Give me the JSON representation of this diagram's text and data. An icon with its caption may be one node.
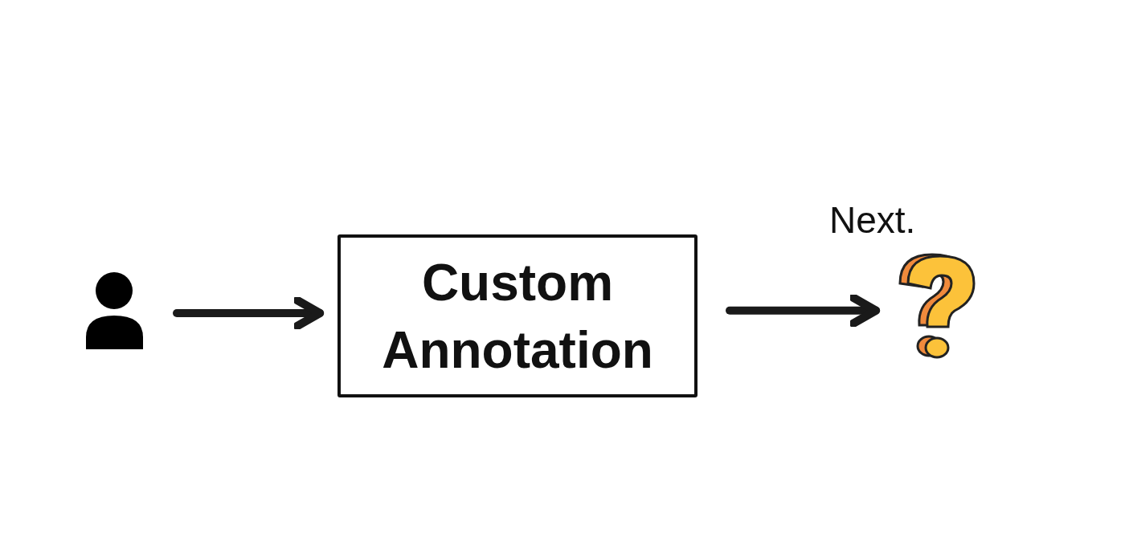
{
  "diagram": {
    "nodes": [
      {
        "text": [],
        "shape": "person"
      },
      {
        "text": [
          "Custom Annotation"
        ]
      },
      {
        "text": [],
        "shape": "picture",
        "beside": [
          "Next."
        ]
      }
    ],
    "edges": [
      {
        "from": 0,
        "to": 1,
        "arrow": "to"
      },
      {
        "from": 1,
        "to": 2,
        "arrow": "to"
      }
    ]
  }
}
